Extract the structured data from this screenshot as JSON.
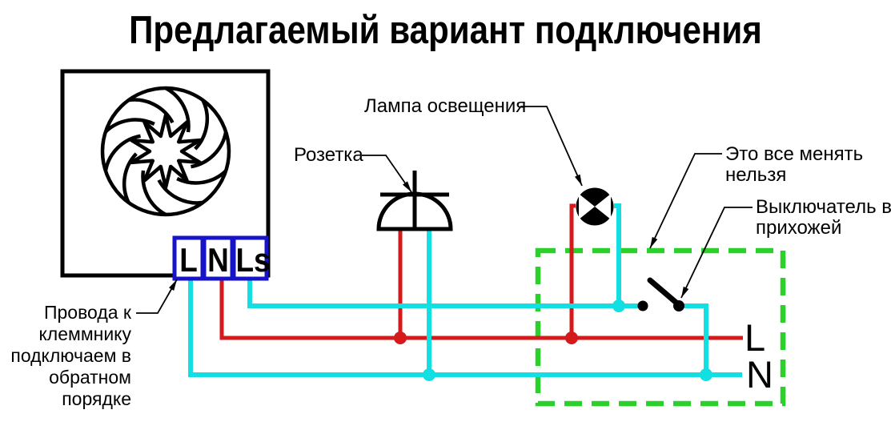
{
  "title": "Предлагаемый вариант подключения",
  "terminal_block": {
    "terminals": [
      "L",
      "N",
      "Ls"
    ]
  },
  "bus_labels": {
    "phase": "L",
    "neutral": "N"
  },
  "labels": {
    "socket": "Розетка",
    "lamp": "Лампа освещения",
    "keep_zone": [
      "Это все менять",
      "нельзя"
    ],
    "hall_switch": [
      "Выключатель в",
      "прихожей"
    ],
    "terminal_note": [
      "Провода к",
      "клеммнику",
      "подключаем в",
      "обратном",
      "порядке"
    ]
  },
  "colors": {
    "phase_wire": "#d41a1a",
    "neutral_wire": "#12dfe2",
    "zone_border": "#2bd02b",
    "terminal_border": "#1713c9"
  }
}
